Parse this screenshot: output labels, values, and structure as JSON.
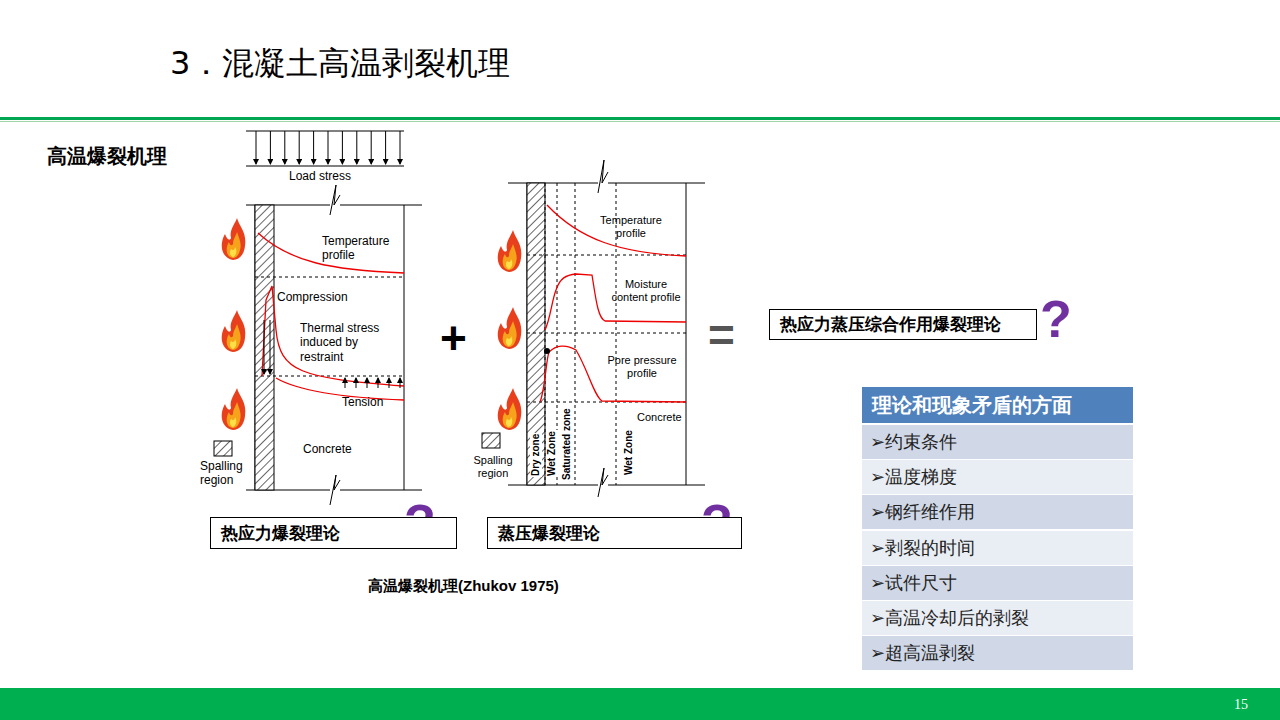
{
  "diagram": {
    "title": "3．混凝土高温剥裂机理",
    "caption": "高温爆裂机理(Zhukov 1975)",
    "nodes": [
      {
        "text": [
          "热应力爆裂理论"
        ]
      },
      {
        "text": [
          "蒸压爆裂理论"
        ]
      },
      {
        "text": [
          "热应力蒸压综合作用爆裂理论"
        ]
      }
    ],
    "labels": [
      "高温爆裂机理",
      "Load stress",
      "Temperature profile",
      "Compression",
      "Thermal stress induced by restraint",
      "Tension",
      "Concrete",
      "Spalling region",
      "Temperature profile",
      "Moisture content profile",
      "Pore pressure profile",
      "Concrete",
      "Spalling region",
      "Dry zone",
      "Wet Zone",
      "Saturated zone",
      "Wet Zone",
      "+",
      "=",
      "?",
      "?",
      "?",
      "理论和现象矛盾的方面",
      "➢约束条件",
      "➢温度梯度",
      "➢钢纤维作用",
      "➢剥裂的时间",
      "➢试件尺寸",
      "➢高温冷却后的剥裂",
      "➢超高温剥裂",
      "15"
    ]
  }
}
